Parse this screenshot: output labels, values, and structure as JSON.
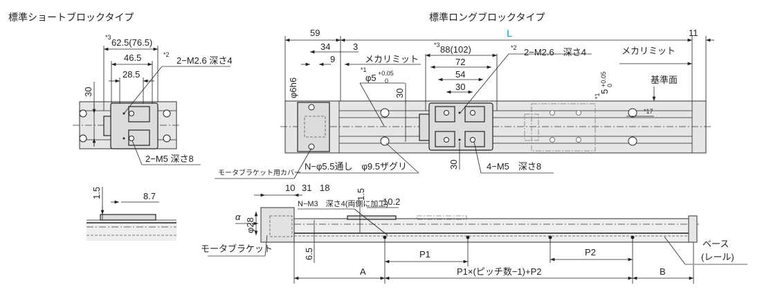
{
  "titles": {
    "short_block": "標準ショートブロックタイプ",
    "long_block": "標準ロングブロックタイプ"
  },
  "short_view": {
    "dim_block_note": "*3",
    "dim_block": "62.5(76.5)",
    "dim_46_5": "46.5",
    "dim_28_5": "28.5",
    "dim_30": "30",
    "tap_note": "*2",
    "tap_label": "2−M2.6 深さ4",
    "mount_label": "2−M5 深さ8",
    "side_dim_1_5": "1.5",
    "side_dim_8_7": "8.7"
  },
  "long_view": {
    "dim_L": "L",
    "dim_59": "59",
    "dim_11": "11",
    "dim_34": "34",
    "dim_3": "3",
    "dim_9": "9",
    "mecha_limit_left": "メカリミット",
    "mecha_limit_right": "メカリミット",
    "dim_block_note": "*3",
    "dim_block": "88(102)",
    "dim_72": "72",
    "dim_54": "54",
    "dim_30_top": "30",
    "tap_note": "*2",
    "tap_label": "2−M2.6　深さ4",
    "pin_note": "*1",
    "pin_dia": "φ5",
    "pin_tol_upper": "+0.05",
    "pin_tol_lower": "0",
    "shaft": "φ6h6",
    "dim_30_left": "30",
    "dim_30_bottom": "30",
    "reference_face": "基準面",
    "note_17": "*17",
    "slot_note": "*1",
    "slot_dim": "5",
    "slot_tol_upper": "+0.05",
    "slot_tol_lower": "0",
    "hole_label": "N−φ5.5通し　φ9.5ザグリ",
    "mount_label": "4−M5　深さ8",
    "cover_label": "モータブラケット用カバー"
  },
  "side_view": {
    "dim_10": "10",
    "dim_31": "31",
    "dim_18": "18",
    "tap_label": "N−M3　深さ4(両側に加工)",
    "dim_1_5": "1.5",
    "dim_10_2": "10.2",
    "alpha": "α",
    "dim_phi28": "φ28",
    "bracket_label": "モータブラケット",
    "dim_6_5": "6.5",
    "pitch_1": "P1",
    "pitch_2": "P2",
    "base_label_1": "ベース",
    "base_label_2": "(レール)",
    "dim_A": "A",
    "dim_total": "P1×(ピッチ数−1)+P2",
    "dim_B": "B"
  }
}
